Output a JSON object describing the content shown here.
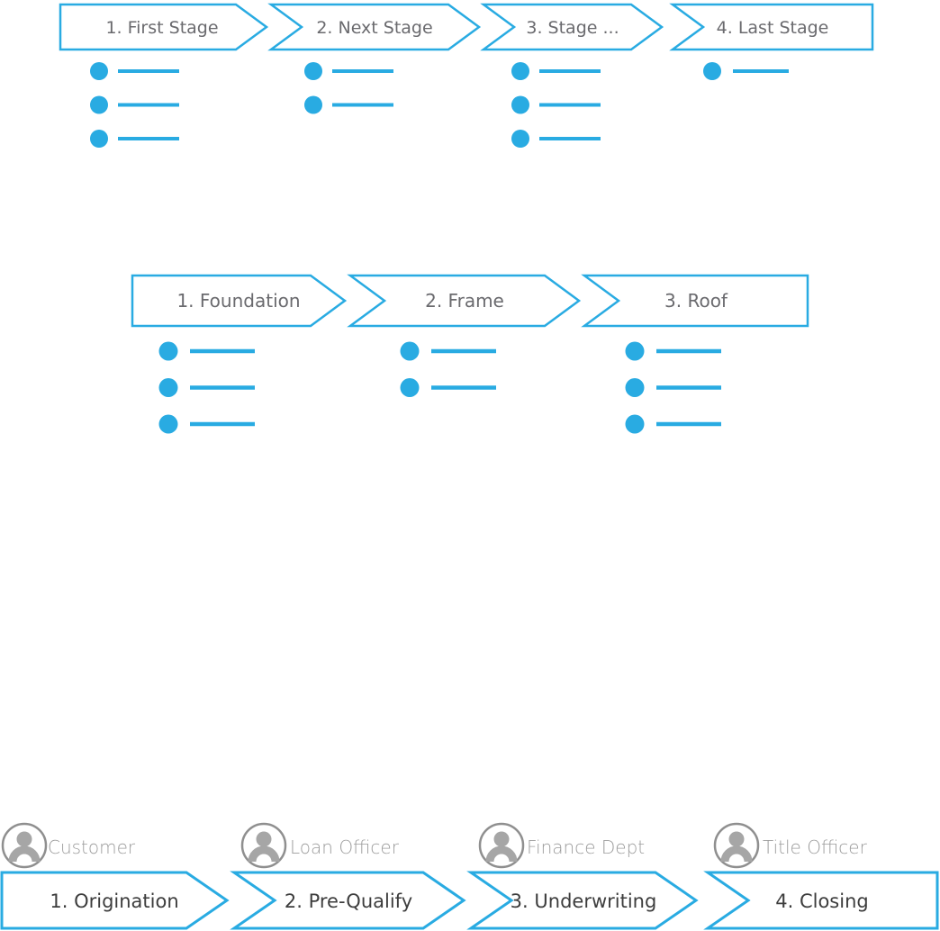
{
  "colors": {
    "accent": "#29ABE2",
    "stage_text": "#6a6a6e",
    "process_text": "#3d3d3d",
    "role_text": "#9c9c9c",
    "icon_stroke": "#8f8f8f",
    "icon_fill": "#a6a6a6",
    "background": "#ffffff"
  },
  "groups": [
    {
      "title": "generic-stage-timeline",
      "stages": [
        {
          "label": "1. First Stage",
          "bullet_count": 3
        },
        {
          "label": "2. Next Stage",
          "bullet_count": 2
        },
        {
          "label": "3. Stage ...",
          "bullet_count": 3
        },
        {
          "label": "4. Last Stage",
          "bullet_count": 1
        }
      ]
    },
    {
      "title": "construction-stage-timeline",
      "stages": [
        {
          "label": "1. Foundation",
          "bullet_count": 3
        },
        {
          "label": "2. Frame",
          "bullet_count": 2
        },
        {
          "label": "3. Roof",
          "bullet_count": 3
        }
      ]
    },
    {
      "title": "loan-process-timeline",
      "stages": [
        {
          "label": "1. Origination",
          "role": "Customer"
        },
        {
          "label": "2. Pre-Qualify",
          "role": "Loan Officer"
        },
        {
          "label": "3. Underwriting",
          "role": "Finance Dept"
        },
        {
          "label": "4. Closing",
          "role": "Title Officer"
        }
      ]
    }
  ]
}
